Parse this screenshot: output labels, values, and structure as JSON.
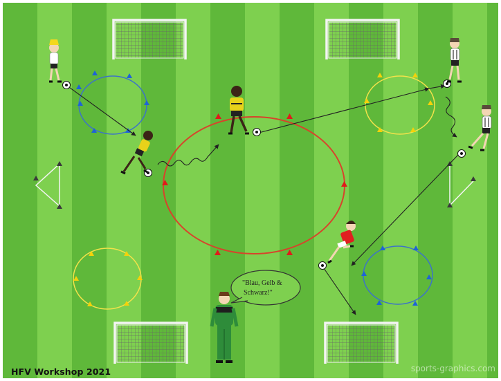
{
  "caption": "HFV Workshop 2021",
  "watermark": "sports-graphics.com",
  "speech": {
    "line1": "\"Blau, Gelb &",
    "line2": "Schwarz!\""
  },
  "colors": {
    "pitch_light": "#7ed04f",
    "pitch_dark": "#5fb83a",
    "cone_blue": "#1f63d6",
    "cone_yellow": "#f4d20a",
    "cone_black": "#3a3a3a",
    "cone_red": "#e01b1b",
    "circle_red": "#d8432b"
  },
  "icons": {
    "goal": "goal-icon",
    "ball": "soccer-ball-icon",
    "cone": "cone-icon",
    "player": "player-icon",
    "coach": "coach-icon"
  }
}
